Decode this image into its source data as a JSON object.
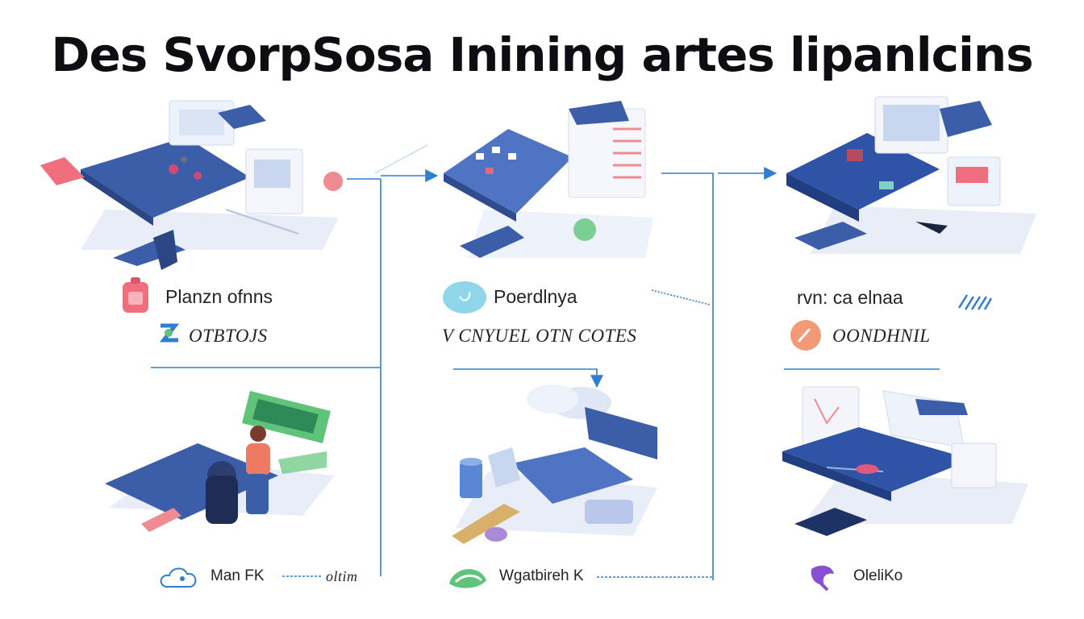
{
  "title": "Des SvorpSosa Inining artes lipanlcins",
  "stages": [
    {
      "heading": "Planzn ofnns",
      "sub": "OTBTOJS",
      "heading_icon": "backpack-icon",
      "sub_icon": "chain-link-icon"
    },
    {
      "heading": "Poerdlnya",
      "sub": "V CNYUEL OTN COTES",
      "heading_icon": "bubble-icon"
    },
    {
      "heading": "rvn: ca elnaa",
      "sub": "OONDHNIL",
      "heading_icon": "wave-icon",
      "sub_icon": "compass-icon"
    }
  ],
  "bottom": [
    {
      "label": "Man FK",
      "extra": "oltim",
      "icon": "cloud-icon"
    },
    {
      "label": "Wgatbireh K",
      "icon": "leaf-icon"
    },
    {
      "label": "OleliKo",
      "icon": "ribbon-icon"
    }
  ],
  "colors": {
    "primary_blue": "#3c5ea8",
    "light_blue": "#dfe7f6",
    "arrow": "#2f7fd1",
    "pink": "#ef6f7e",
    "green": "#5fc47a",
    "purple": "#8a4fd0",
    "orange": "#f29a78"
  }
}
